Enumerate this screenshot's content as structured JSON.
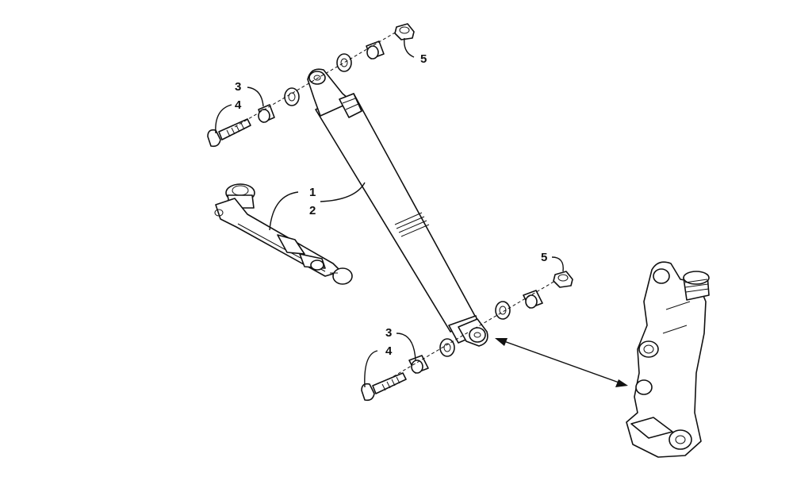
{
  "callouts": {
    "c1": "1",
    "c2": "2",
    "c3_top": "3",
    "c4_top": "4",
    "c5_top": "5",
    "c5_right": "5",
    "c3_bottom": "3",
    "c4_bottom": "4"
  },
  "icons": {
    "shock": "shock-absorber-icon",
    "spring_tool": "spring-compressor-icon",
    "bolt": "bolt-icon",
    "bushing": "bushing-icon",
    "washer": "washer-icon",
    "nut": "nut-icon",
    "spindle": "spindle-icon",
    "arrow": "double-arrow-icon"
  }
}
